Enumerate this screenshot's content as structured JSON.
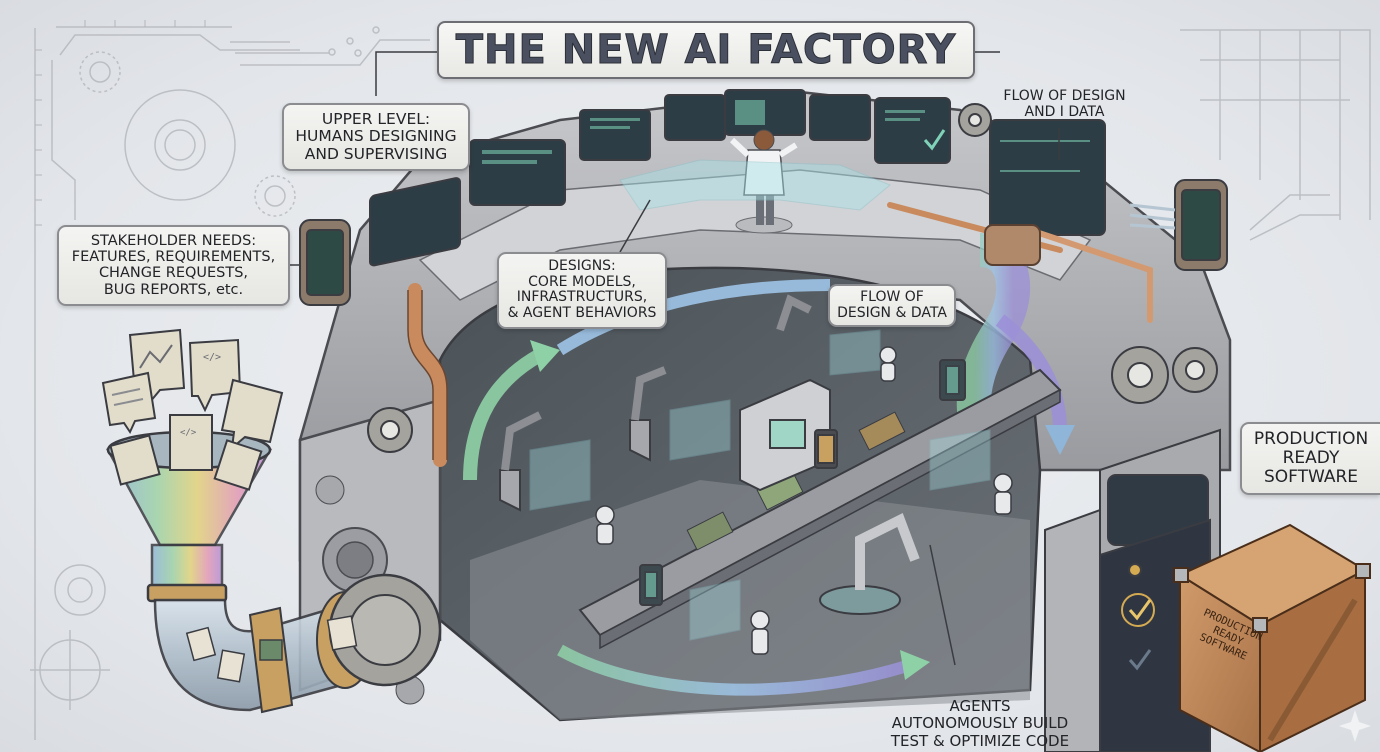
{
  "title": "THE NEW AI FACTORY",
  "labels": {
    "upper_level": [
      "UPPER LEVEL:",
      "HUMANS DESIGNING",
      "AND SUPERVISING"
    ],
    "stakeholder": [
      "STAKEHOLDER NEEDS:",
      "FEATURES, REQUIREMENTS,",
      "CHANGE REQUESTS,",
      "BUG REPORTS, etc."
    ],
    "designs": [
      "DESIGNS:",
      "CORE MODELS,",
      "INFRASTRUCTURS,",
      "& AGENT BEHAVIORS"
    ],
    "flow_center": [
      "FLOW OF",
      "DESIGN & DATA"
    ],
    "flow_top": [
      "FLOW OF DESIGN",
      "AND I DATA"
    ],
    "production": [
      "PRODUCTION",
      "READY",
      "SOFTWARE"
    ],
    "agents": [
      "AGENTS",
      "AUTONOMOUSLY BUILD",
      "TEST & OPTIMIZE CODE"
    ],
    "crate": [
      "PRODUCTION",
      "READY",
      "SOFTWARE"
    ]
  },
  "icons": {
    "input_documents": [
      "chart-document-icon",
      "code-document-icon",
      "text-document-icon",
      "layout-document-icon"
    ],
    "funnel": "rainbow-funnel-icon",
    "factory": "factory-cutaway-icon",
    "human": "supervisor-figure-icon",
    "robots": "robot-worker-icon",
    "checkmark": "checkmark-icon",
    "crate": "wooden-crate-icon"
  },
  "colors": {
    "background": "#e6e8ec",
    "label_fill": "#f0f0ee",
    "label_border": "#8a8c90",
    "title_text": "#4a5060",
    "metal": "#a9aaad",
    "dark_metal": "#4c5056",
    "copper": "#c98a5e",
    "screen": "#2d3d45",
    "screen_glow": "#7fd2b8",
    "flow_arrow_start": "#8fd1a6",
    "flow_arrow_end": "#8b8fd8",
    "crate_wood": "#c08a5c",
    "gold": "#d4aa52"
  }
}
